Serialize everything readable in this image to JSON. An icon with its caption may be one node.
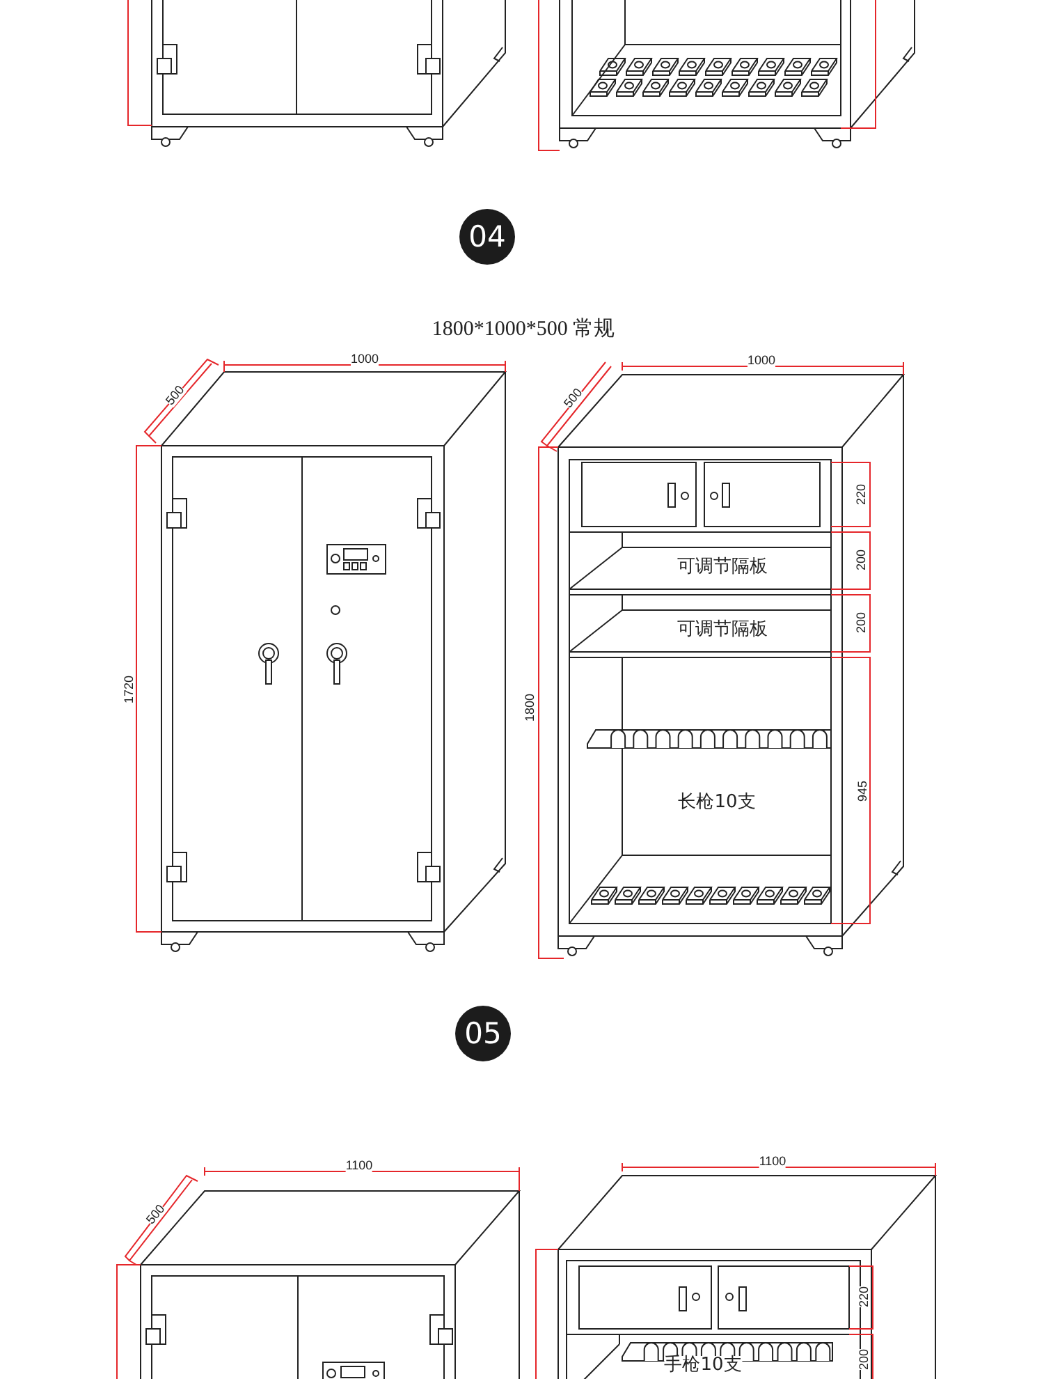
{
  "diagram": {
    "title": "1800*1000*500 常规",
    "labels": [
      "04",
      "1000",
      "1000",
      "500",
      "500",
      "220",
      "200",
      "可调节隔板",
      "200",
      "可调节隔板",
      "1720",
      "1800",
      "长枪10支",
      "945",
      "05",
      "1100",
      "1100",
      "500",
      "220",
      "200",
      "手枪10支"
    ]
  }
}
